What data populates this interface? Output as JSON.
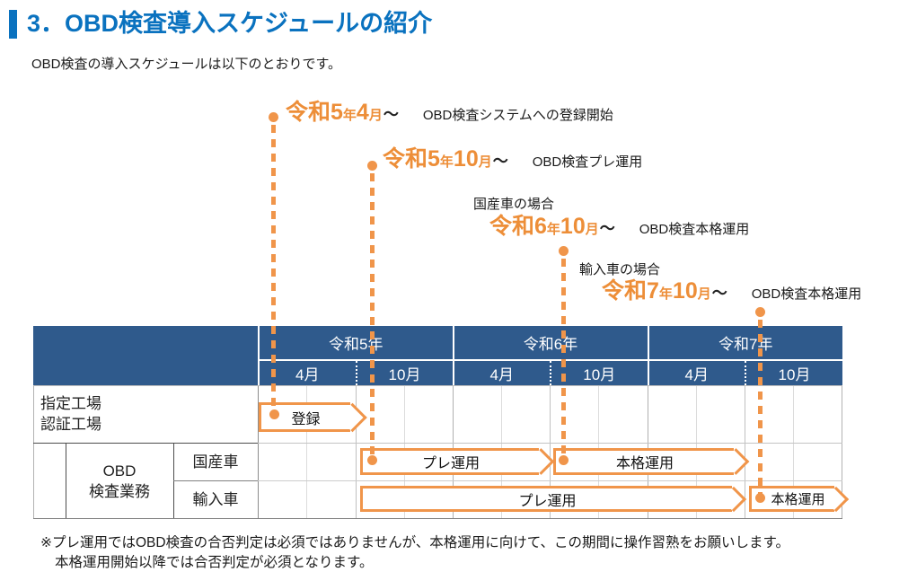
{
  "colors": {
    "accent_blue": "#0A72BF",
    "header_navy": "#2F5A8C",
    "orange": "#F0954A"
  },
  "page": {
    "title": "3．OBD検査導入スケジュールの紹介",
    "intro": "OBD検査の導入スケジュールは以下のとおりです。"
  },
  "annotations": [
    {
      "case_label": "",
      "era_big1": "令和5",
      "era_small1": "年",
      "era_big2": "4",
      "era_small2": "月",
      "tilde": "～",
      "desc": "OBD検査システムへの登録開始"
    },
    {
      "case_label": "",
      "era_big1": "令和5",
      "era_small1": "年",
      "era_big2": "10",
      "era_small2": "月",
      "tilde": "～",
      "desc": "OBD検査プレ運用"
    },
    {
      "case_label": "国産車の場合",
      "era_big1": "令和6",
      "era_small1": "年",
      "era_big2": "10",
      "era_small2": "月",
      "tilde": "～",
      "desc": "OBD検査本格運用"
    },
    {
      "case_label": "輸入車の場合",
      "era_big1": "令和7",
      "era_small1": "年",
      "era_big2": "10",
      "era_small2": "月",
      "tilde": "～",
      "desc": "OBD検査本格運用"
    }
  ],
  "table": {
    "years": [
      "令和5年",
      "令和6年",
      "令和7年"
    ],
    "months": [
      "4月",
      "10月",
      "4月",
      "10月",
      "4月",
      "10月"
    ],
    "row_factory": {
      "line1": "指定工場",
      "line2": "認証工場"
    },
    "group": {
      "line1": "OBD",
      "line2": "検査業務"
    },
    "sub_rows": [
      "国産車",
      "輸入車"
    ],
    "bars": [
      {
        "label": "登録"
      },
      {
        "label": "プレ運用"
      },
      {
        "label": "本格運用"
      },
      {
        "label": "プレ運用"
      },
      {
        "label": "本格運用"
      }
    ]
  },
  "notes": {
    "line1": "※プレ運用ではOBD検査の合否判定は必須ではありませんが、本格運用に向けて、この期間に操作習熟をお願いします。",
    "line2": "本格運用開始以降では合否判定が必須となります。"
  }
}
